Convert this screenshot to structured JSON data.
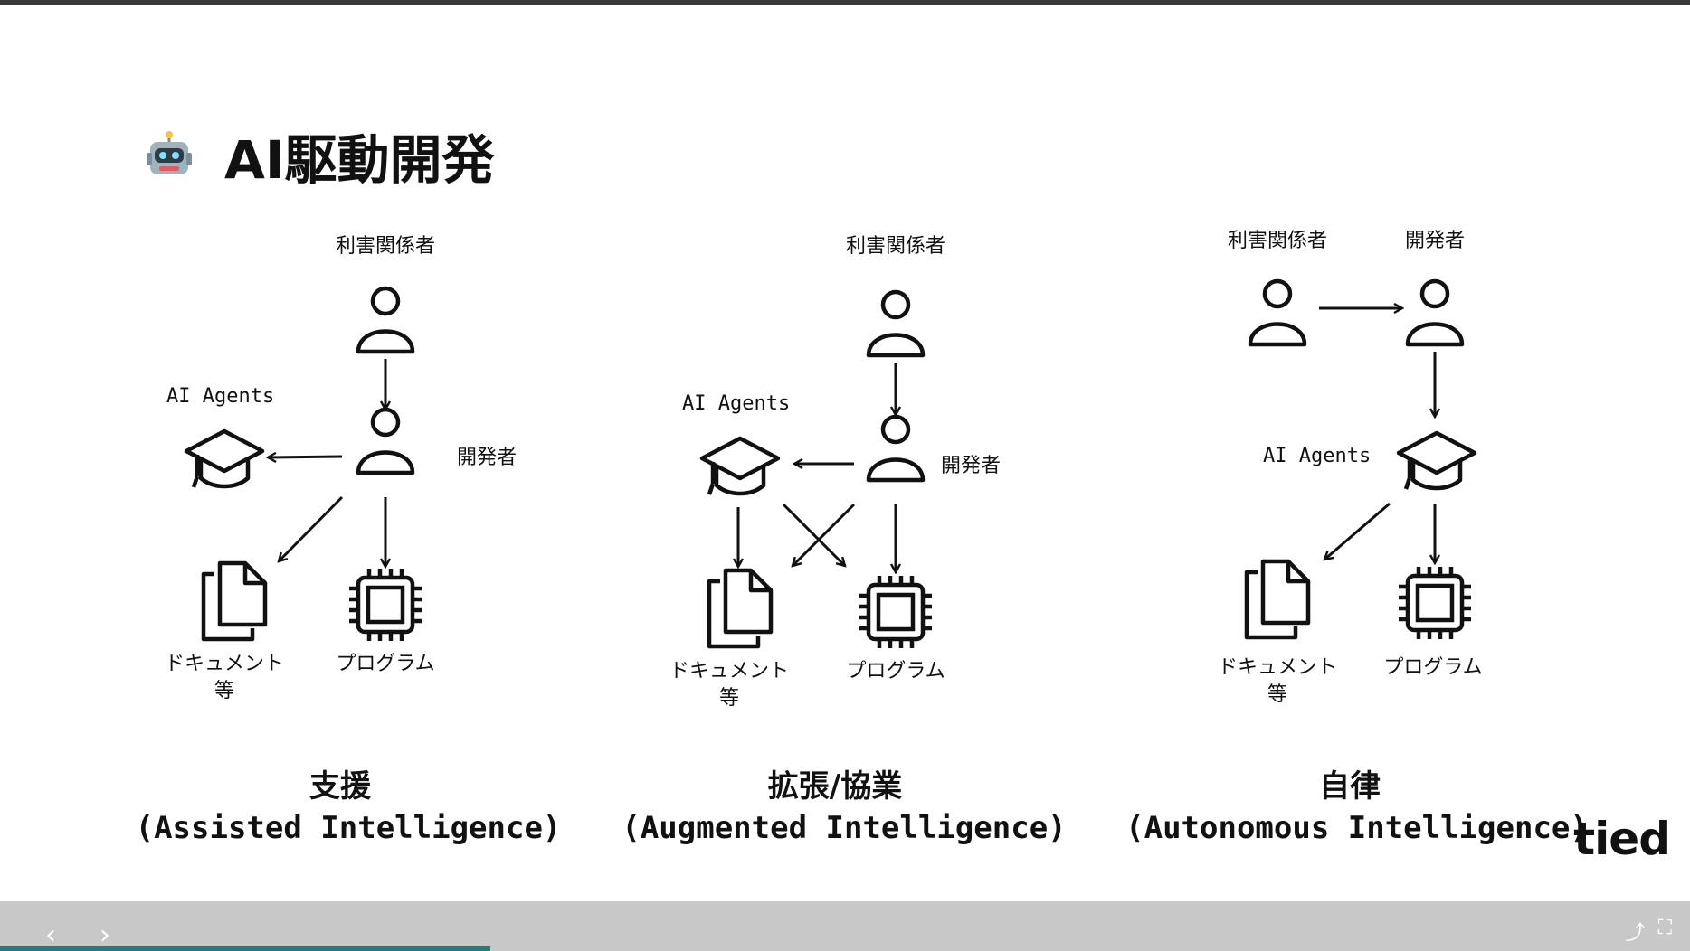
{
  "slide": {
    "title": "AI駆動開発",
    "title_icon": "robot-icon",
    "logo": "tied"
  },
  "panels": [
    {
      "stakeholder": "利害関係者",
      "developer": "開発者",
      "agents": "AI Agents",
      "document_line1": "ドキュメント",
      "document_line2": "等",
      "program": "プログラム",
      "caption_jp": "支援",
      "caption_en": "(Assisted Intelligence)"
    },
    {
      "stakeholder": "利害関係者",
      "developer": "開発者",
      "agents": "AI Agents",
      "document_line1": "ドキュメント",
      "document_line2": "等",
      "program": "プログラム",
      "caption_jp": "拡張/協業",
      "caption_en": "(Augmented Intelligence)"
    },
    {
      "stakeholder": "利害関係者",
      "developer": "開発者",
      "agents": "AI Agents",
      "document_line1": "ドキュメント",
      "document_line2": "等",
      "program": "プログラム",
      "caption_jp": "自律",
      "caption_en": "(Autonomous Intelligence)"
    }
  ],
  "icons": {
    "person": "person-icon",
    "agents": "graduation-cap-icon",
    "document": "document-icon",
    "program": "cpu-chip-icon"
  },
  "colors": {
    "stroke": "#111111",
    "footer": "#c8c8c8",
    "progress": "#1f7f7a"
  },
  "navigation": {
    "prev": "‹",
    "next": "›",
    "progress_fraction": 0.29
  }
}
